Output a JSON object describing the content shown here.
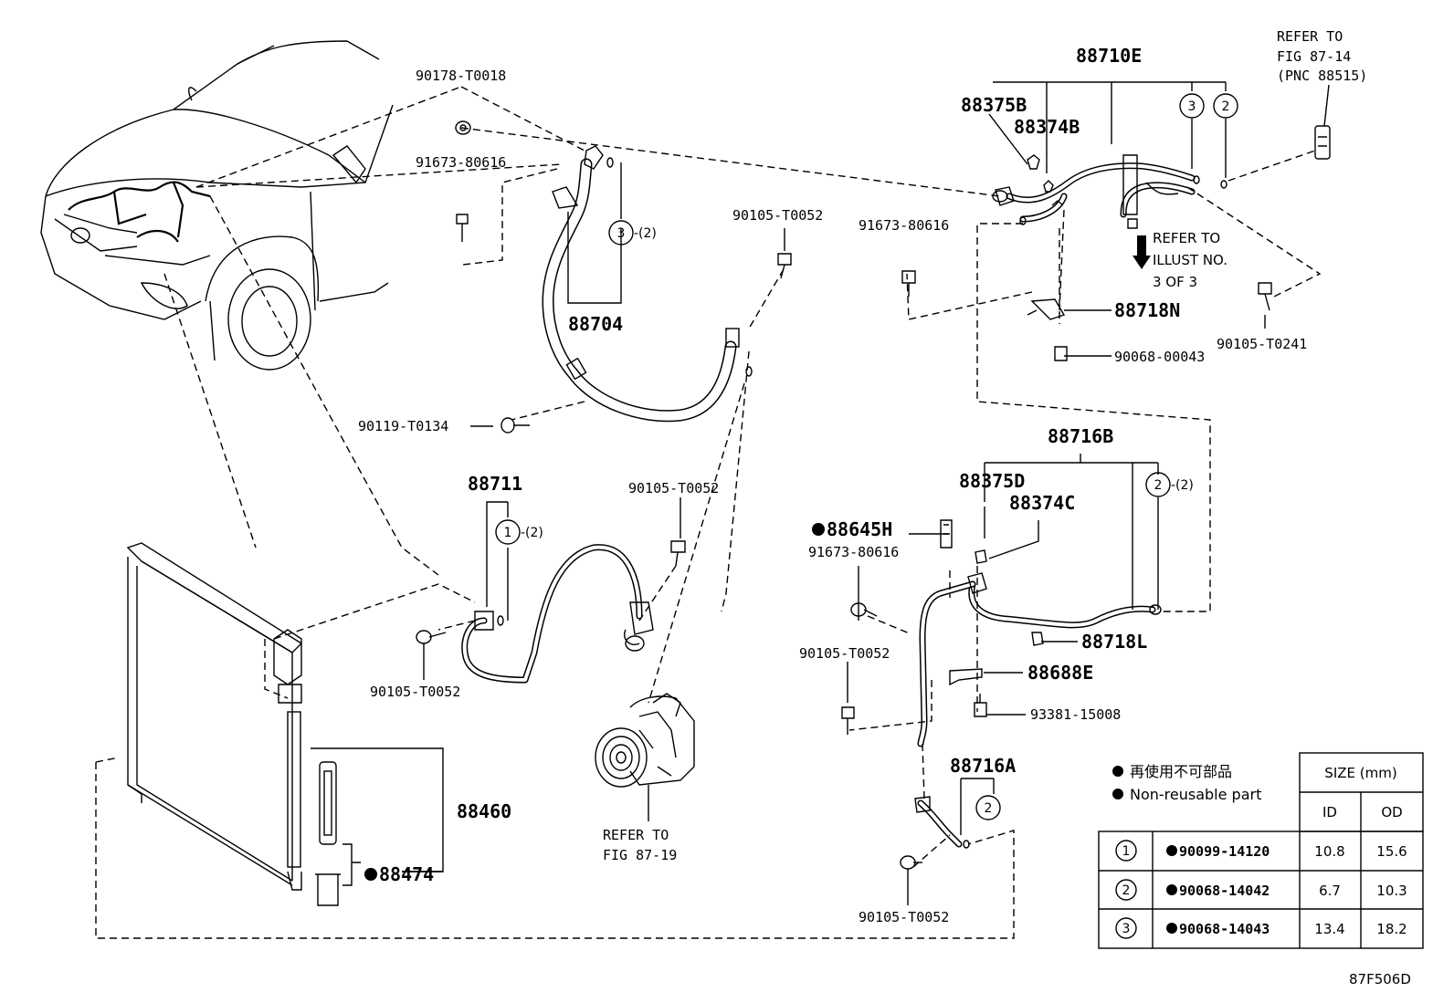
{
  "labels": {
    "p90178": "90178-T0018",
    "p91673a": "91673-80616",
    "p88704": "88704",
    "p90105a": "90105-T0052",
    "p90119": "90119-T0134",
    "p88711": "88711",
    "p90105b": "90105-T0052",
    "p90105c": "90105-T0052",
    "refer1917a": "REFER TO",
    "refer1917b": "FIG 87-19",
    "p88460": "88460",
    "p88474": "88474",
    "p88710E": "88710E",
    "p88375B": "88375B",
    "p88374B": "88374B",
    "refer8714a": "REFER TO",
    "refer8714b": "FIG 87-14",
    "refer8714c": "(PNC 88515)",
    "p91673b": "91673-80616",
    "illusta": "REFER TO",
    "illustb": "ILLUST NO.",
    "illustc": "3 OF 3",
    "p88718N": "88718N",
    "p90068": "90068-00043",
    "p90105T0241": "90105-T0241",
    "p88716B": "88716B",
    "p88375D": "88375D",
    "p88374C": "88374C",
    "p88645H": "88645H",
    "p91673c": "91673-80616",
    "p90105d": "90105-T0052",
    "p88718L": "88718L",
    "p88688E": "88688E",
    "p93381": "93381-15008",
    "p88716A": "88716A",
    "p90105e": "90105-T0052",
    "figcode": "87F506D"
  },
  "callouts": {
    "c1": "1",
    "c2": "2",
    "c3": "3",
    "qty2": "-(2)"
  },
  "legend": {
    "jp": "再使用不可部品",
    "en": "Non-reusable part"
  },
  "size_table": {
    "title": "SIZE (mm)",
    "col_id": "ID",
    "col_od": "OD",
    "rows": [
      {
        "num": "1",
        "part": "90099-14120",
        "id": "10.8",
        "od": "15.6"
      },
      {
        "num": "2",
        "part": "90068-14042",
        "id": "6.7",
        "od": "10.3"
      },
      {
        "num": "3",
        "part": "90068-14043",
        "id": "13.4",
        "od": "18.2"
      }
    ]
  }
}
